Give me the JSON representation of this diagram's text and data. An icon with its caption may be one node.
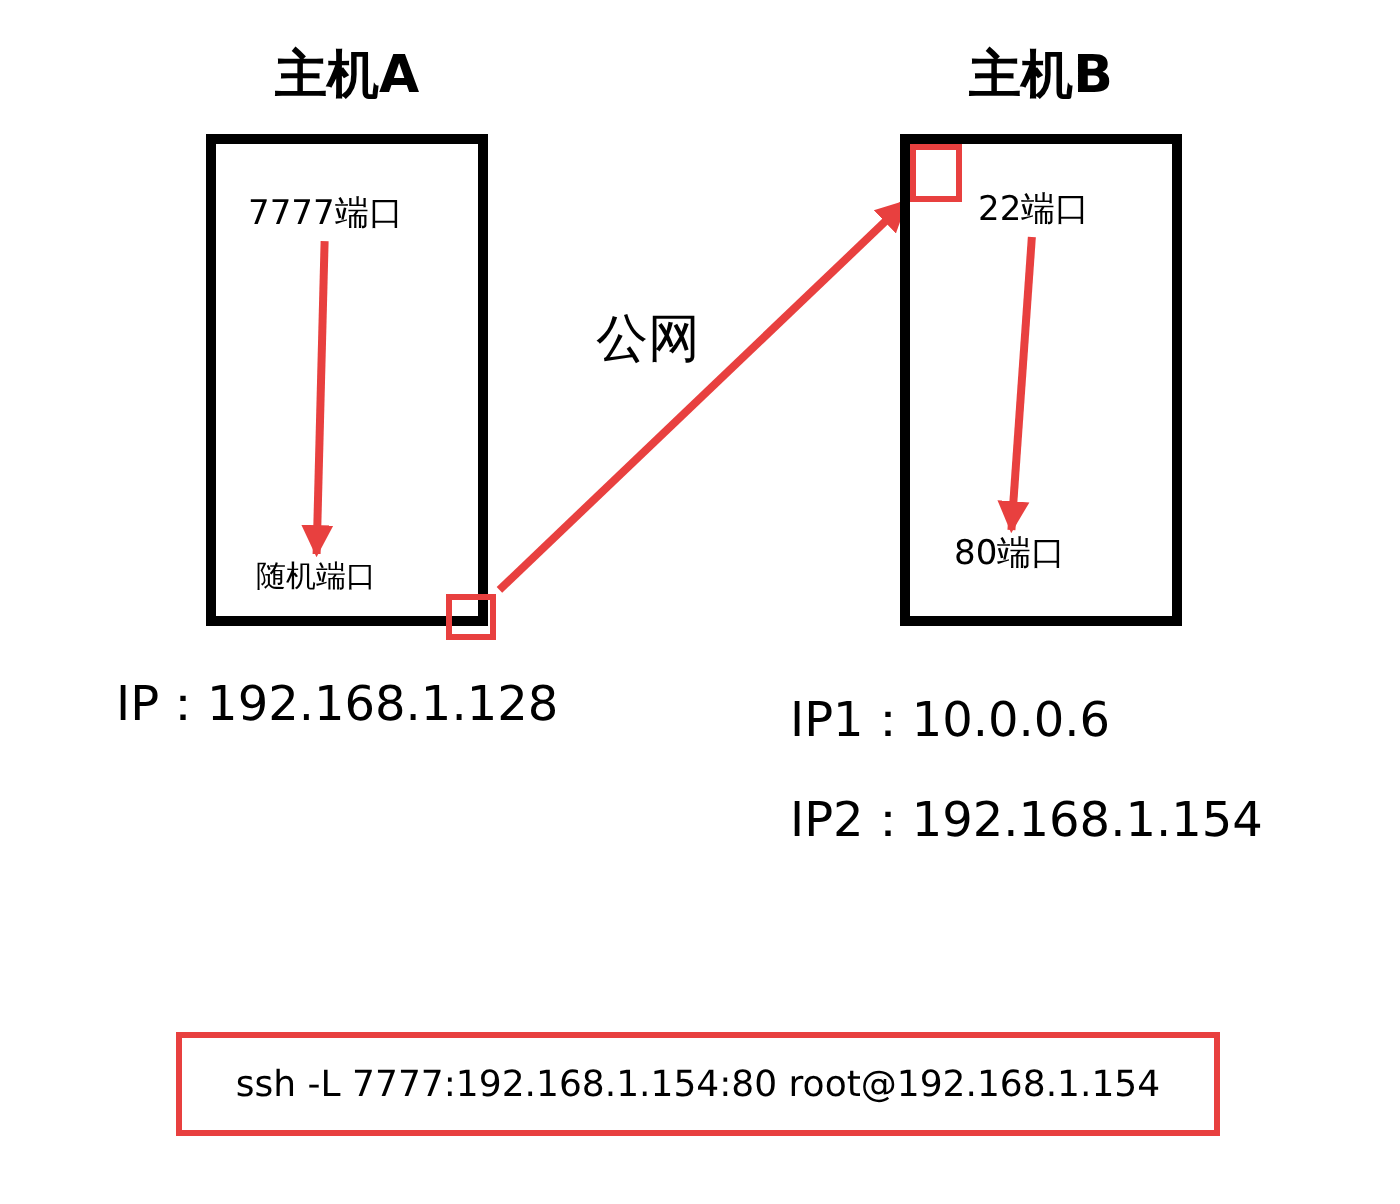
{
  "diagram": {
    "nodes": [
      {
        "text": [
          "主机A"
        ],
        "beside": [
          "IP：192.168.1.128"
        ]
      },
      {
        "text": [
          "7777端口"
        ],
        "in": 0
      },
      {
        "text": [
          "随机端口"
        ],
        "in": 0
      },
      {
        "text": [],
        "shape": "box",
        "in": 0
      },
      {
        "text": [
          "主机B"
        ],
        "beside": [
          "IP1：10.0.0.6",
          "IP2：192.168.1.154"
        ]
      },
      {
        "text": [],
        "shape": "box",
        "in": 4
      },
      {
        "text": [
          "22端口"
        ],
        "in": 4
      },
      {
        "text": [
          "80端口"
        ],
        "in": 4
      },
      {
        "text": [
          "ssh -L 7777:192.168.1.154:80 root@192.168.1.154"
        ]
      }
    ],
    "edges": [
      {
        "from": 1,
        "to": 2,
        "arrow": "to"
      },
      {
        "from": 3,
        "to": 5,
        "arrow": "to",
        "label": "公网"
      },
      {
        "from": 6,
        "to": 7,
        "arrow": "to"
      }
    ]
  }
}
